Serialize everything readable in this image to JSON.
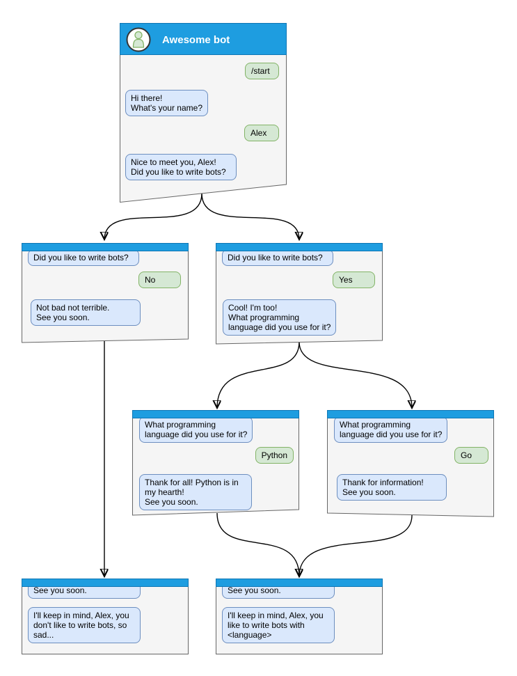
{
  "colors": {
    "titlebar_blue": "#1E9DE0",
    "titlebar_border": "#0E76B4",
    "bot_bubble_fill": "#DAE8FC",
    "bot_bubble_border": "#6C8EBF",
    "user_bubble_fill": "#D5E8D4",
    "user_bubble_border": "#82B366",
    "window_fill": "#F5F5F5",
    "window_border": "#666666",
    "arrow": "#000000"
  },
  "windows": {
    "main": {
      "title": "Awesome bot",
      "avatar": "person-icon",
      "messages": [
        {
          "sender": "user",
          "text": "/start"
        },
        {
          "sender": "bot",
          "text": "Hi there!\nWhat's your name?"
        },
        {
          "sender": "user",
          "text": "Alex"
        },
        {
          "sender": "bot",
          "text": "Nice to meet you, Alex!\nDid you like to write bots?"
        }
      ]
    },
    "no_branch": {
      "messages": [
        {
          "sender": "bot",
          "text": "Did you like to write bots?"
        },
        {
          "sender": "user",
          "text": "No"
        },
        {
          "sender": "bot",
          "text": "Not bad not terrible.\nSee you soon."
        }
      ]
    },
    "yes_branch": {
      "messages": [
        {
          "sender": "bot",
          "text": "Did you like to write bots?"
        },
        {
          "sender": "user",
          "text": "Yes"
        },
        {
          "sender": "bot",
          "text": "Cool! I'm too!\nWhat programming\nlanguage did you use for it?"
        }
      ]
    },
    "python_branch": {
      "messages": [
        {
          "sender": "bot",
          "text": "What programming\nlanguage did you use for it?"
        },
        {
          "sender": "user",
          "text": "Python"
        },
        {
          "sender": "bot",
          "text": "Thank for all! Python is in\nmy hearth!\nSee you soon."
        }
      ]
    },
    "go_branch": {
      "messages": [
        {
          "sender": "bot",
          "text": "What programming\nlanguage did you use for it?"
        },
        {
          "sender": "user",
          "text": "Go"
        },
        {
          "sender": "bot",
          "text": "Thank for information!\nSee you soon."
        }
      ]
    },
    "end_no": {
      "messages": [
        {
          "sender": "bot",
          "text": "See you soon."
        },
        {
          "sender": "bot",
          "text": "I'll keep in mind, Alex, you\ndon't like to write bots, so\nsad..."
        }
      ]
    },
    "end_yes": {
      "messages": [
        {
          "sender": "bot",
          "text": "See you soon."
        },
        {
          "sender": "bot",
          "text": "I'll keep in mind, Alex, you\nlike to write bots with\n<language>"
        }
      ]
    }
  }
}
